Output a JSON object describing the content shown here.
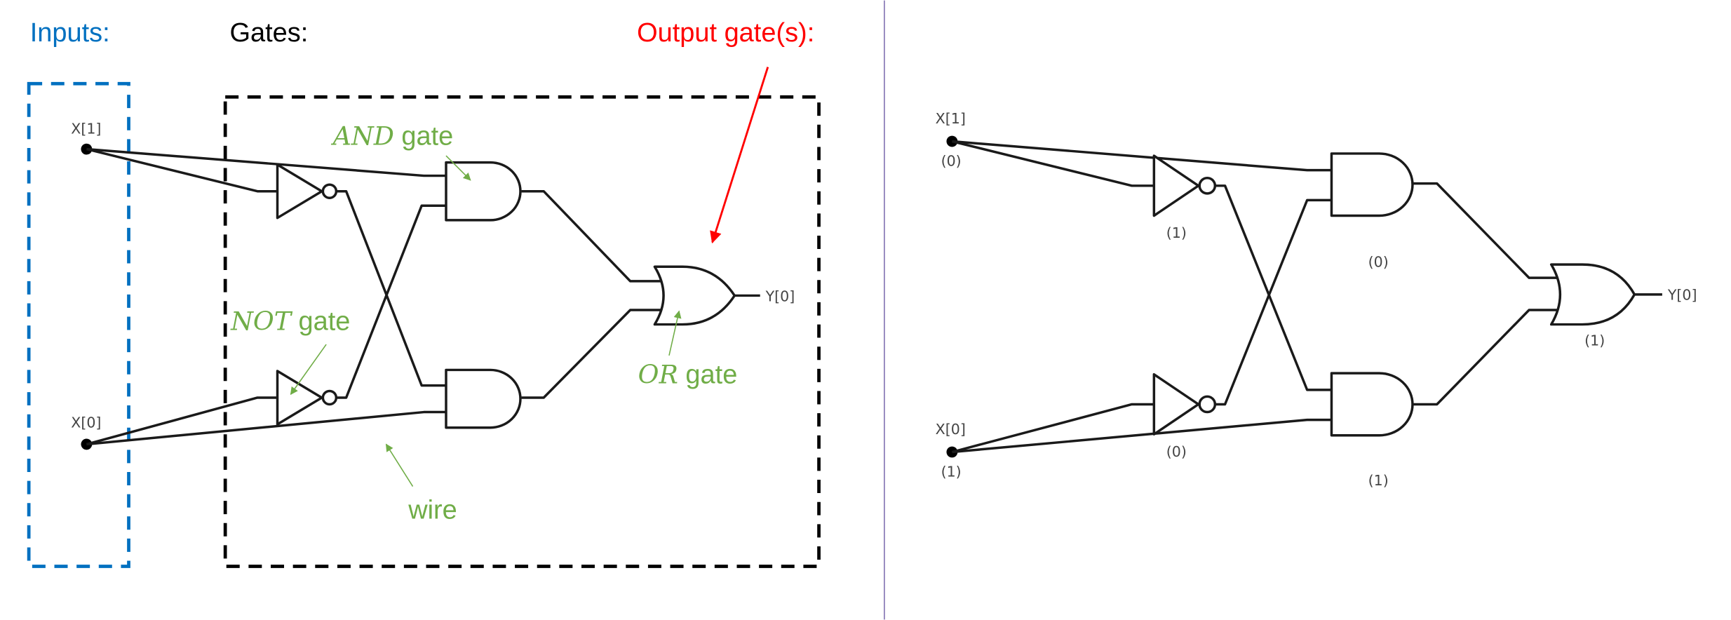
{
  "left_panel": {
    "headings": {
      "inputs": "Inputs:",
      "gates": "Gates:",
      "output_gates": "Output gate(s):"
    },
    "annotations": {
      "and_gate": {
        "italic": "AND",
        "text": " gate"
      },
      "not_gate": {
        "italic": "NOT",
        "text": " gate"
      },
      "or_gate": {
        "italic": "OR",
        "text": " gate"
      },
      "wire": "wire"
    },
    "circuit": {
      "inputs": [
        "X[1]",
        "X[0]"
      ],
      "output": "Y[0]"
    }
  },
  "right_panel": {
    "circuit": {
      "inputs": [
        {
          "label": "X[1]",
          "value": "(0)"
        },
        {
          "label": "X[0]",
          "value": "(1)"
        }
      ],
      "not_gates": [
        {
          "value": "(1)"
        },
        {
          "value": "(0)"
        }
      ],
      "and_gates": [
        {
          "value": "(0)"
        },
        {
          "value": "(1)"
        }
      ],
      "or_gate": {
        "value": "(1)"
      },
      "output": "Y[0]"
    }
  },
  "colors": {
    "inputs": "#0070c0",
    "gates": "#000000",
    "output": "#ff0000",
    "annotation": "#70ad47",
    "divider": "#7f6fb0"
  }
}
